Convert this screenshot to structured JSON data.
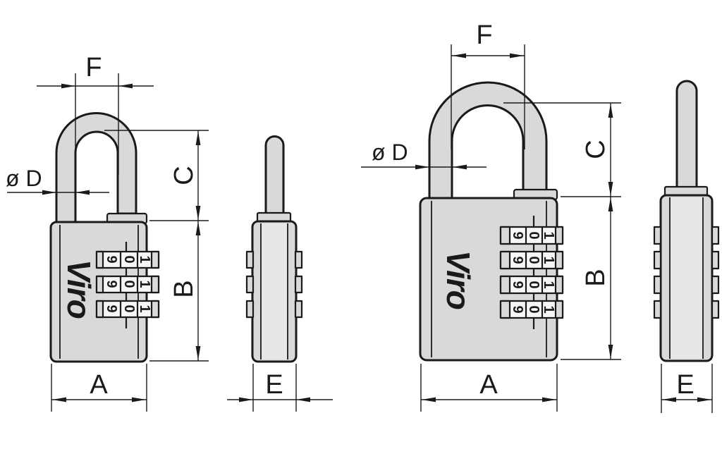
{
  "drawing": {
    "brand": "Viro",
    "digits": [
      "9",
      "0",
      "1"
    ],
    "labels": {
      "A": "A",
      "B": "B",
      "C": "C",
      "D": "ø D",
      "E": "E",
      "F": "F"
    },
    "colors": {
      "line": "#1a1a1a",
      "metal": "#d9d9d9",
      "panel": "#e7e7e7",
      "dial": "#f6f6f6",
      "background": "#ffffff"
    }
  }
}
